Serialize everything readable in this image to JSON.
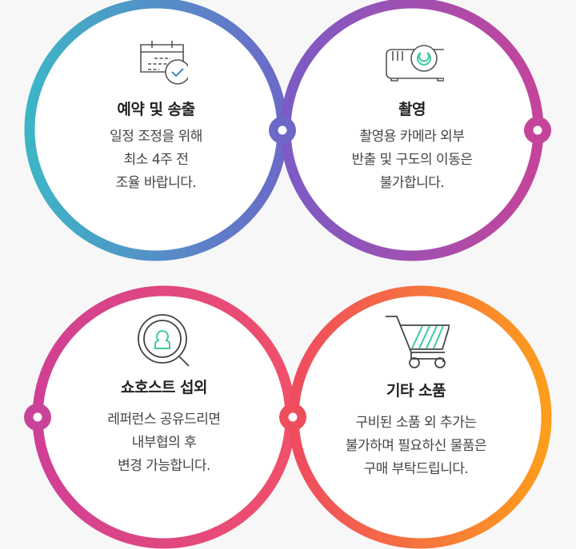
{
  "items": [
    {
      "icon": "calendar-check-icon",
      "title": "예약 및 송출",
      "lines": [
        "일정 조정을 위해",
        "최소 4주 전",
        "조율 바랍니다."
      ],
      "colors": [
        "#3db5c6",
        "#6b6ac8"
      ]
    },
    {
      "icon": "projector-icon",
      "title": "촬영",
      "lines": [
        "촬영용 카메라 외부",
        "반출 및 구도의 이동은",
        "불가합니다."
      ],
      "colors": [
        "#7b5bc5",
        "#c4449a"
      ]
    },
    {
      "icon": "search-person-icon",
      "title": "쇼호스트 섭외",
      "lines": [
        "레퍼런스 공유드리면",
        "내부협의 후",
        "변경 가능합니다."
      ],
      "colors": [
        "#d03f95",
        "#f0506a"
      ]
    },
    {
      "icon": "shopping-cart-icon",
      "title": "기타 소품",
      "lines": [
        "구비된 소품 외 추가는",
        "불가하며 필요하신 물품은",
        "구매 부탁드립니다."
      ],
      "colors": [
        "#ef4b5f",
        "#fd9d1c"
      ]
    }
  ],
  "accent_icon": "#3cc8a2"
}
